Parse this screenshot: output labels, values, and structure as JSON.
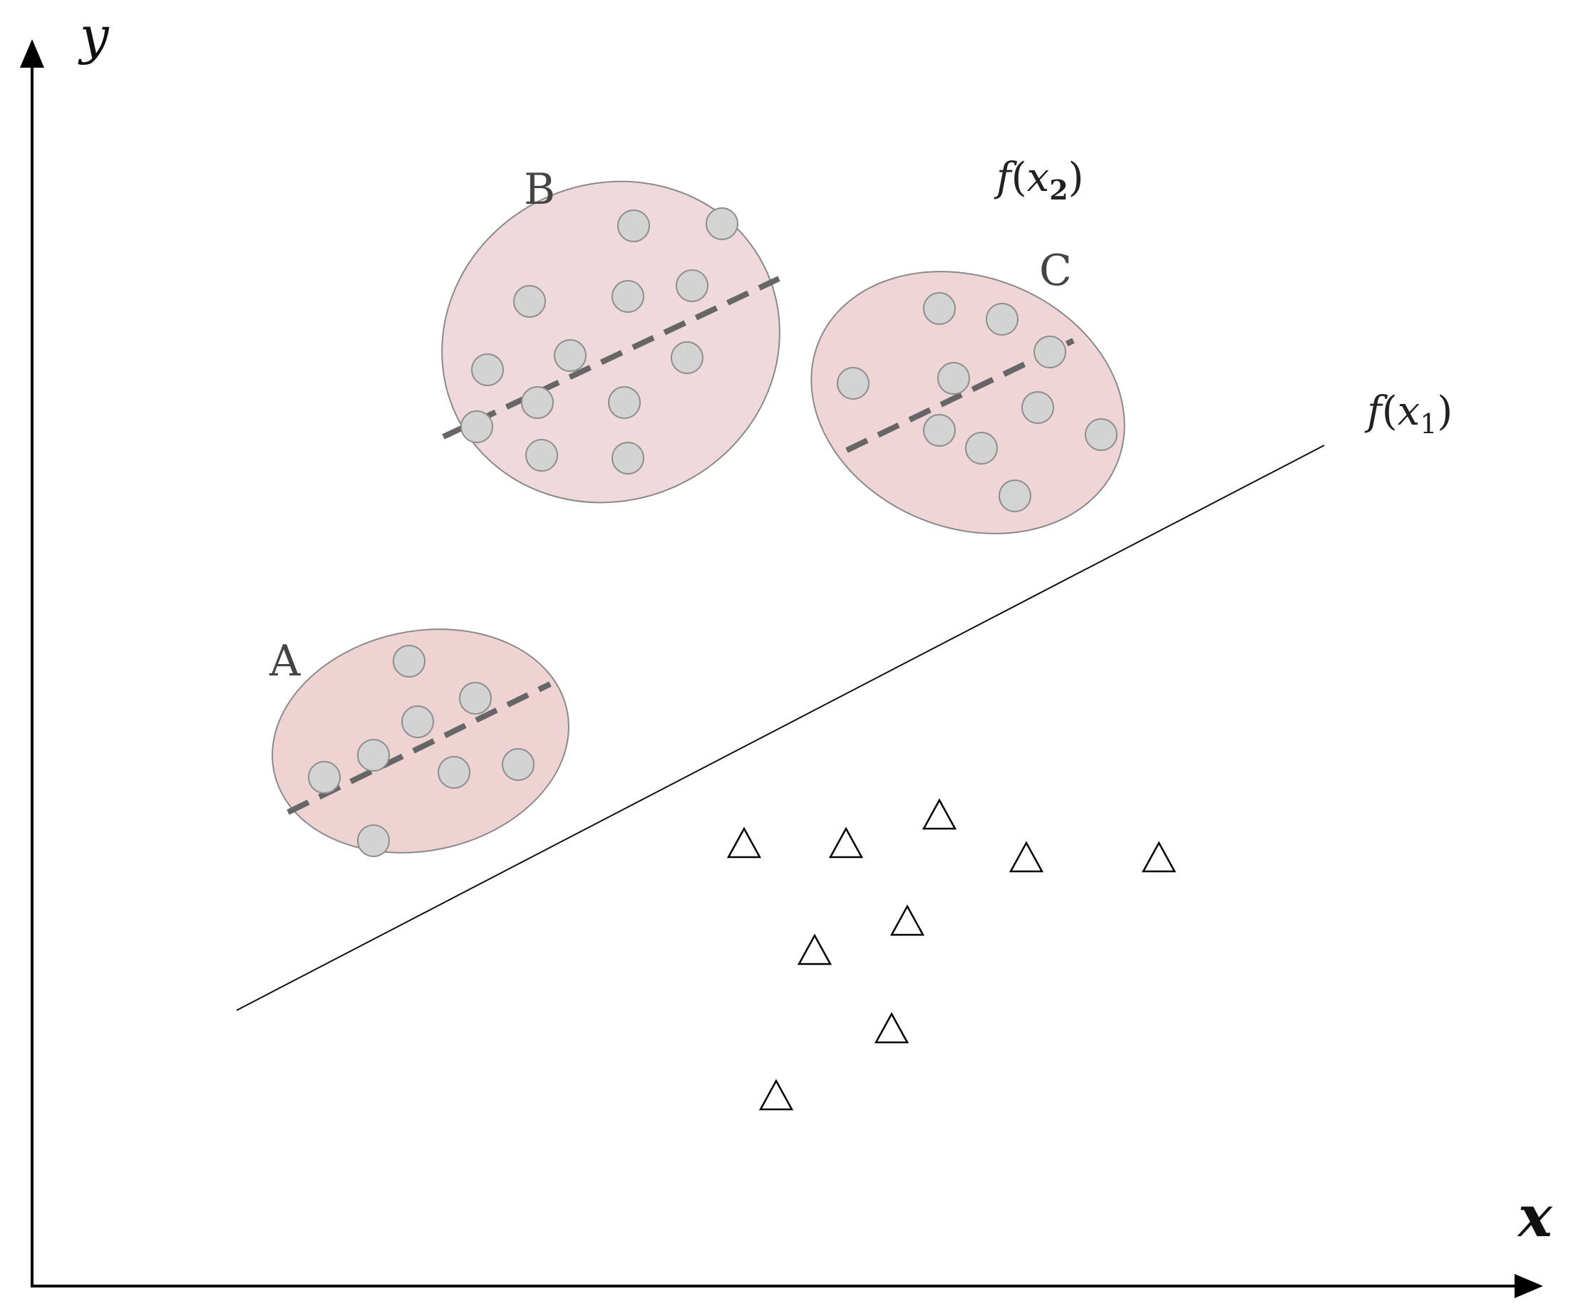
{
  "axes": {
    "x_label": "x",
    "y_label": "y"
  },
  "functions": {
    "f1": {
      "name": "f",
      "open": "(",
      "var": "x",
      "sub": "1",
      "close": ")"
    },
    "f2": {
      "name": "f",
      "open": "(",
      "var": "x",
      "sub": "2",
      "close": ")"
    }
  },
  "clusters": [
    {
      "label": "B",
      "fill": "#efd9da"
    },
    {
      "label": "C",
      "fill": "#f0d5d7"
    },
    {
      "label": "A",
      "fill": "#efd3d3"
    }
  ],
  "colors": {
    "point_fill": "#d3d3d3",
    "trend_line": "#666666",
    "ellipse_stroke": "#8a8a8a"
  }
}
